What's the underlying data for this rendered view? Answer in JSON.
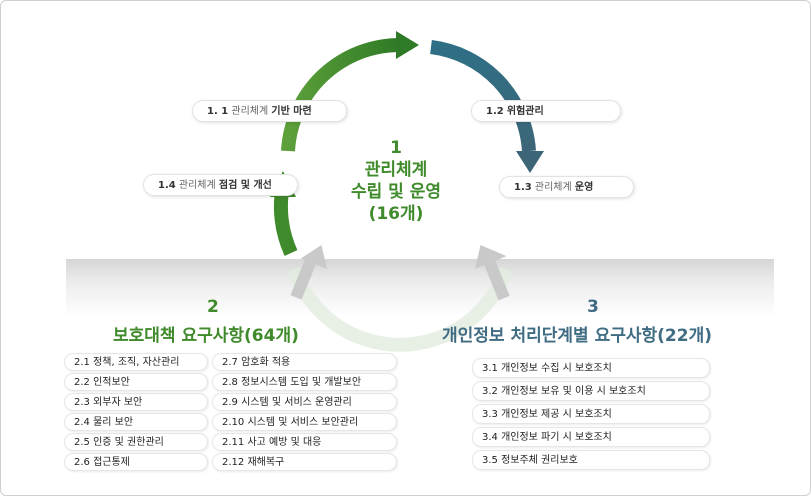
{
  "center": {
    "number": "1",
    "line1": "관리체계",
    "line2": "수립 및 운영",
    "line3": "(16개)"
  },
  "steps": {
    "s11": {
      "num": "1. 1",
      "light": "관리체계",
      "strong": "기반 마련"
    },
    "s12": {
      "num": "1.2",
      "light": "",
      "strong": "위험관리"
    },
    "s13": {
      "num": "1.3",
      "light": "관리체계",
      "strong": "운영"
    },
    "s14": {
      "num": "1.4",
      "light": "관리체계",
      "strong": "점검 및 개선"
    }
  },
  "section2": {
    "number": "2",
    "title": "보호대책 요구사항(64개)",
    "col1": [
      "2.1 정책, 조직, 자산관리",
      "2.2 인적보안",
      "2.3 외부자 보안",
      "2.4 물리 보안",
      "2.5 인증 및 권한관리",
      "2.6 접근통제"
    ],
    "col2": [
      "2.7 암호화 적용",
      "2.8 정보시스템 도입 및 개발보안",
      "2.9 시스템 및 서비스 운영관리",
      "2.10 시스템 및 서비스 보안관리",
      "2.11 사고 예방 및 대응",
      "2.12 재해복구"
    ]
  },
  "section3": {
    "number": "3",
    "title": "개인정보 처리단계별 요구사항(22개)",
    "items": [
      "3.1 개인정보 수집 시 보호조치",
      "3.2 개인정보 보유 및 이용 시 보호조치",
      "3.3 개인정보 제공 시 보호조치",
      "3.4 개인정보 파기 시 보호조치",
      "3.5 정보주체 권리보호"
    ]
  },
  "colors": {
    "green": "#3f8a2a",
    "blue": "#3f6c82",
    "grey": "#c8c8c8"
  }
}
